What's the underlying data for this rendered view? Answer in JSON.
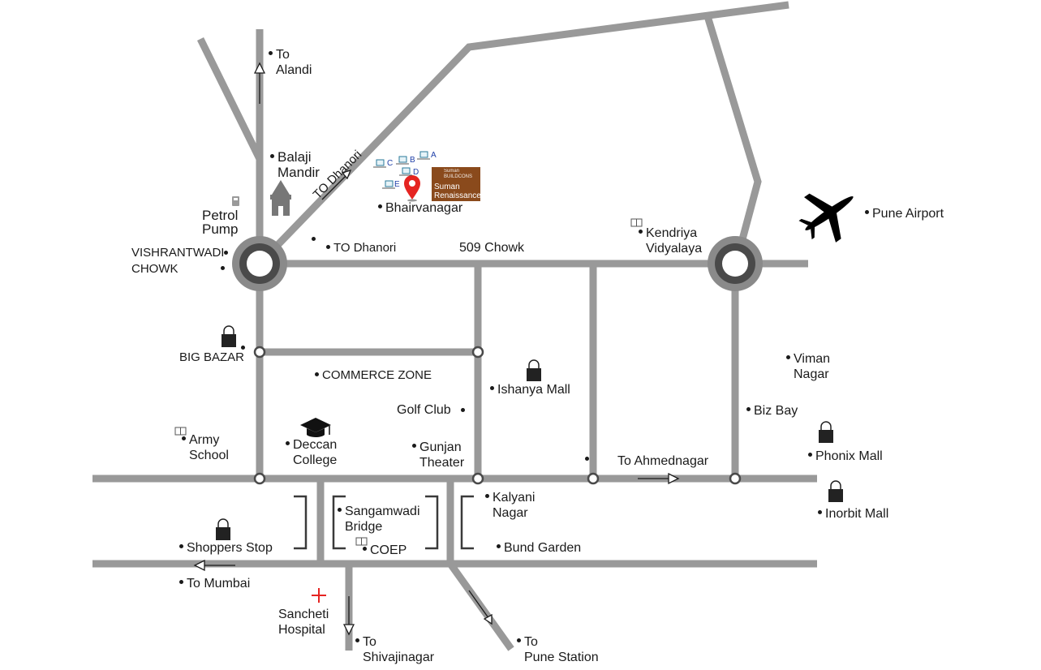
{
  "labels": {
    "to_alandi": "To\nAlandi",
    "balaji_mandir": "Balaji\nMandir",
    "petrol_pump": "Petrol\nPump",
    "vishrantwadi_chowk": "VISHRANTWADI\nCHOWK",
    "to_dhanori_diag": "TO Dhanori",
    "to_dhanori": "TO Dhanori",
    "bhairvanagar": "Bhairvanagar",
    "chowk_509": "509 Chowk",
    "kendriya_vidyalaya": "Kendriya\nVidyalaya",
    "pune_airport": "Pune Airport",
    "big_bazar": "BIG BAZAR",
    "commerce_zone": "COMMERCE ZONE",
    "ishanya_mall": "Ishanya Mall",
    "viman_nagar": "Viman\nNagar",
    "golf_club": "Golf Club",
    "biz_bay": "Biz Bay",
    "army_school": "Army\nSchool",
    "deccan_college": "Deccan\nCollege",
    "gunjan_theater": "Gunjan\nTheater",
    "to_ahmednagar": "To Ahmednagar",
    "phonix_mall": "Phonix Mall",
    "kalyani_nagar": "Kalyani\nNagar",
    "sangamwadi_bridge": "Sangamwadi\nBridge",
    "inorbit_mall": "Inorbit Mall",
    "shoppers_stop": "Shoppers Stop",
    "coep": "COEP",
    "bund_garden": "Bund Garden",
    "to_mumbai": "To Mumbai",
    "sancheti_hospital": "Sancheti\nHospital",
    "to_shivajinagar": "To\nShivajinagar",
    "to_pune_station": "To\nPune Station"
  },
  "brand": {
    "small": "Suman\nBUILDCONS",
    "name": "Suman\nRenaissance"
  },
  "buildings": [
    "A",
    "B",
    "C",
    "D",
    "E"
  ],
  "colors": {
    "road": "#999999",
    "roundabout_ring": "#8a8a8a",
    "roundabout_inner": "#4a4a4a",
    "brand_bg": "#8a4a1c",
    "pin": "#e52421",
    "hospital_cross": "#e52421",
    "building_text": "#1f3fa8"
  },
  "icons": [
    "airplane-icon",
    "temple-icon",
    "petrol-pump-icon",
    "shopping-bag-icon",
    "book-icon",
    "graduation-cap-icon",
    "location-pin-icon",
    "hospital-cross-icon",
    "building-icon"
  ]
}
